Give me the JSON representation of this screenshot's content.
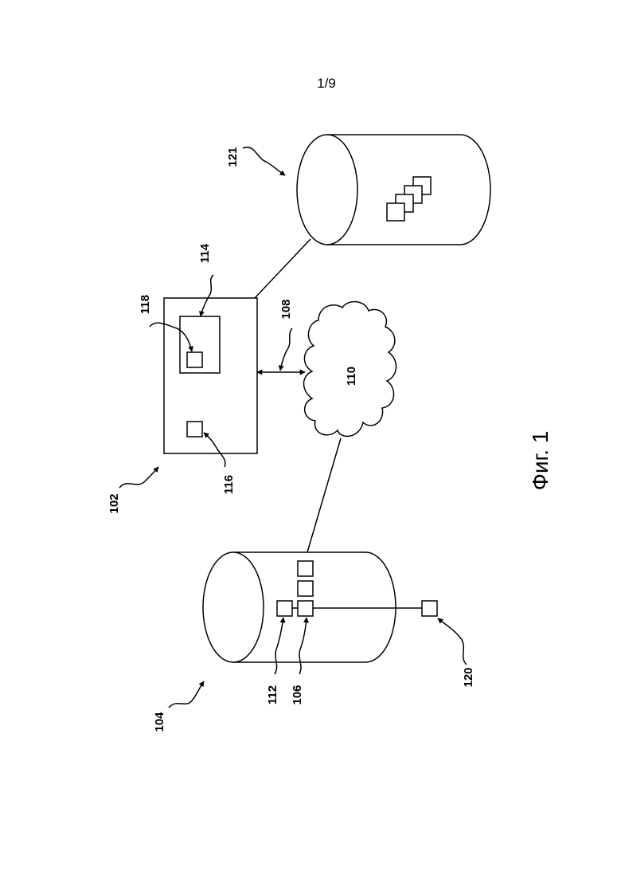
{
  "sheet": {
    "page_number": "1/9",
    "figure_caption": "Фиг. 1"
  },
  "labels": {
    "n102": "102",
    "n104": "104",
    "n106": "106",
    "n108": "108",
    "n110": "110",
    "n112": "112",
    "n114": "114",
    "n116": "116",
    "n118": "118",
    "n120": "120",
    "n121": "121"
  }
}
